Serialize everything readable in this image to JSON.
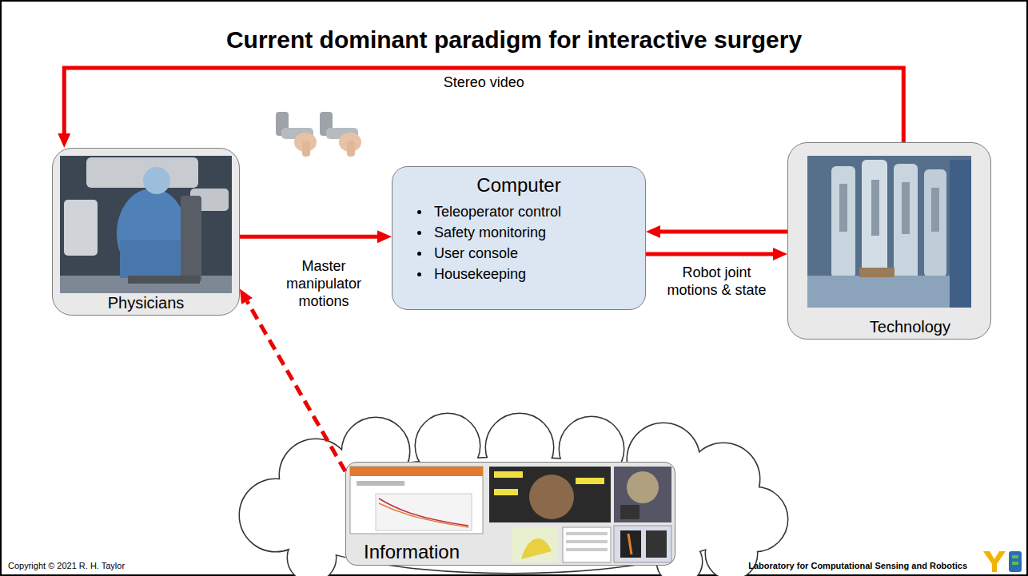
{
  "diagram": {
    "title": "Current dominant paradigm for interactive surgery",
    "nodes": [
      {
        "text": [
          "Physicians"
        ]
      },
      {
        "text": [
          "Computer",
          "Teleoperator control",
          "Safety monitoring",
          "User console",
          "Housekeeping"
        ]
      },
      {
        "text": [
          "Technology"
        ]
      },
      {
        "text": [
          "Information"
        ]
      }
    ],
    "edges": [
      {
        "from": 2,
        "to": 0,
        "label": "Stereo video",
        "arrow": "to"
      },
      {
        "from": 0,
        "to": 1,
        "label": "Master manipulator motions",
        "arrow": "to"
      },
      {
        "from": 2,
        "to": 1,
        "arrow": "to"
      },
      {
        "from": 1,
        "to": 2,
        "label": "Robot joint motions & state",
        "arrow": "to"
      },
      {
        "from": 3,
        "to": 0,
        "arrow": "to"
      }
    ],
    "labels": [
      "Copyright © 2021 R. H. Taylor",
      "Laboratory for Computational Sensing and Robotics"
    ]
  }
}
